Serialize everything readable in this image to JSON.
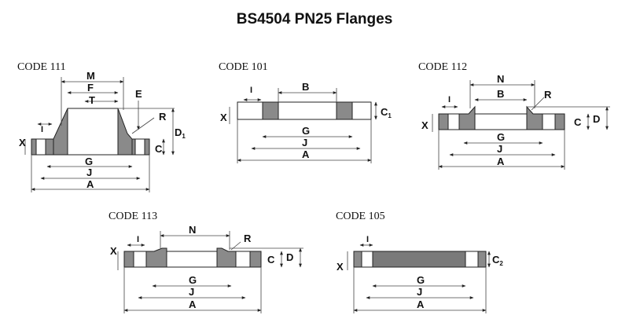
{
  "title": "BS4504 PN25 Flanges",
  "codes": [
    "CODE 111",
    "CODE 101",
    "CODE 112",
    "CODE 113",
    "CODE 105"
  ],
  "labels": {
    "A": "A",
    "J": "J",
    "G": "G",
    "I": "I",
    "X": "X",
    "C": "C",
    "C1_main": "C",
    "C1_sub": "1",
    "C2_main": "C",
    "C2_sub": "2",
    "D": "D",
    "D1_main": "D",
    "D1_sub": "1",
    "R": "R",
    "M": "M",
    "F": "F",
    "T": "T",
    "E": "E",
    "B": "B",
    "N": "N"
  }
}
